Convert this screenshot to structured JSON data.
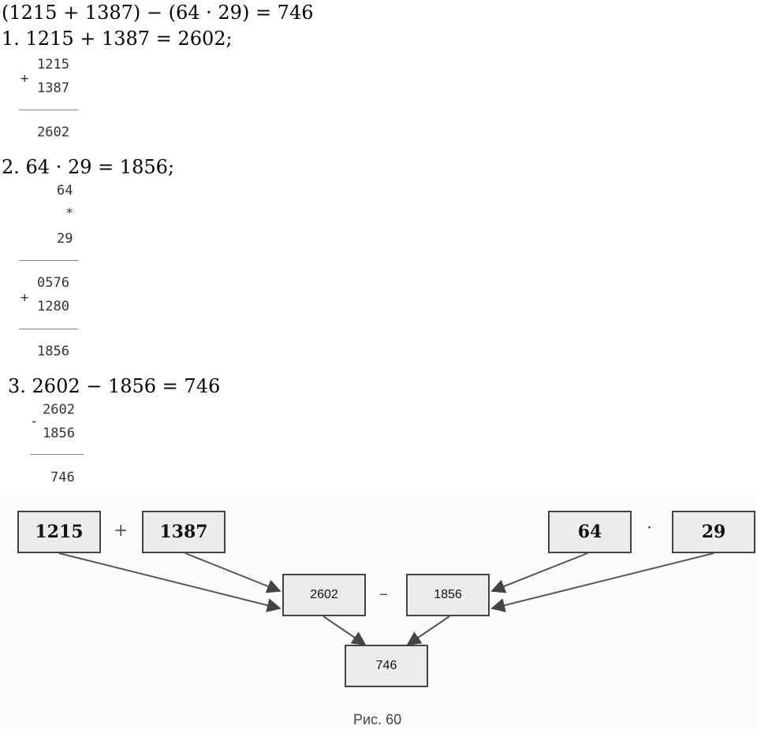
{
  "header": {
    "equation": "(1215 + 1387) − (64 · 29) = 746"
  },
  "step1": {
    "label": "1. 1215 + 1387 = 2602;",
    "sign": "+",
    "a": "1215",
    "b": "1387",
    "result": "2602"
  },
  "step2": {
    "label": "2. 64 · 29 = 1856;",
    "a": "64",
    "op": "*",
    "b": "29",
    "sign": "+",
    "p1": "0576",
    "p2": "1280",
    "result": "1856"
  },
  "step3": {
    "label": "3. 2602 − 1856 = 746",
    "sign": "-",
    "a": "2602",
    "b": "1856",
    "result": "746"
  },
  "figure": {
    "box_1215": "1215",
    "plus": "+",
    "box_1387": "1387",
    "box_64": "64",
    "dot": "·",
    "box_29": "29",
    "box_2602": "2602",
    "minus": "–",
    "box_1856": "1856",
    "box_746": "746",
    "caption": "Рис. 60"
  }
}
